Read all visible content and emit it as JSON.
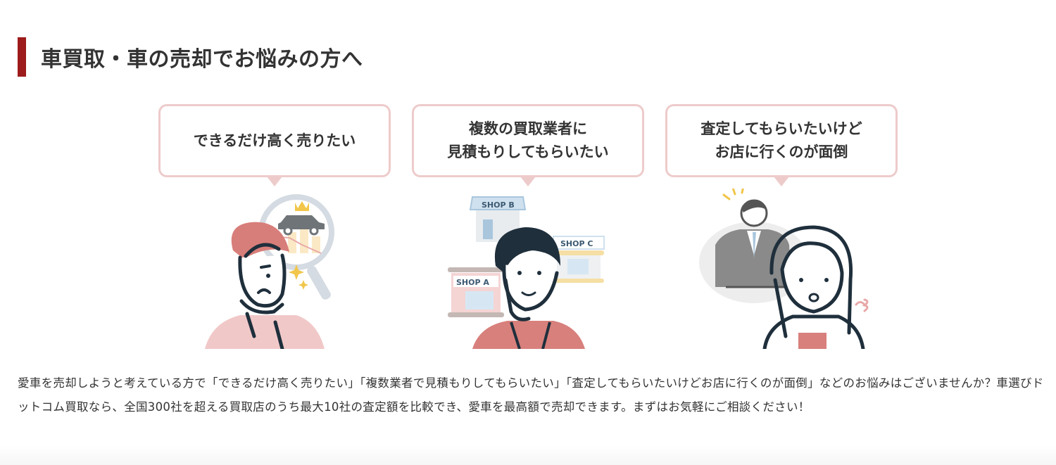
{
  "section": {
    "heading": "車買取・車の売却でお悩みの方へ",
    "accent_color": "#9d1b1b",
    "bubble_border_color": "#eecbcb"
  },
  "worries": [
    {
      "text": "できるだけ高く売りたい",
      "illustration": "person-thinking-with-magnifier-icon",
      "illustration_details": [
        "crown",
        "car",
        "bar-chart",
        "sparkles"
      ]
    },
    {
      "text": "複数の買取業者に\n見積もりしてもらいたい",
      "illustration": "person-thinking-with-shops-icon",
      "shop_labels": [
        "SHOP A",
        "SHOP B",
        "SHOP C"
      ]
    },
    {
      "text": "査定してもらいたいけど\nお店に行くのが面倒",
      "illustration": "woman-sighing-with-salesman-icon",
      "illustration_details": [
        "salesman",
        "sigh"
      ]
    }
  ],
  "description": "愛車を売却しようと考えている方で「できるだけ高く売りたい」「複数業者で見積もりしてもらいたい」「査定してもらいたいけどお店に行くのが面倒」などのお悩みはございませんか？車選びドットコム買取なら、全国300社を超える買取店のうち最大10社の査定額を比較でき、愛車を最高額で売却できます。まずはお気軽にご相談ください！"
}
